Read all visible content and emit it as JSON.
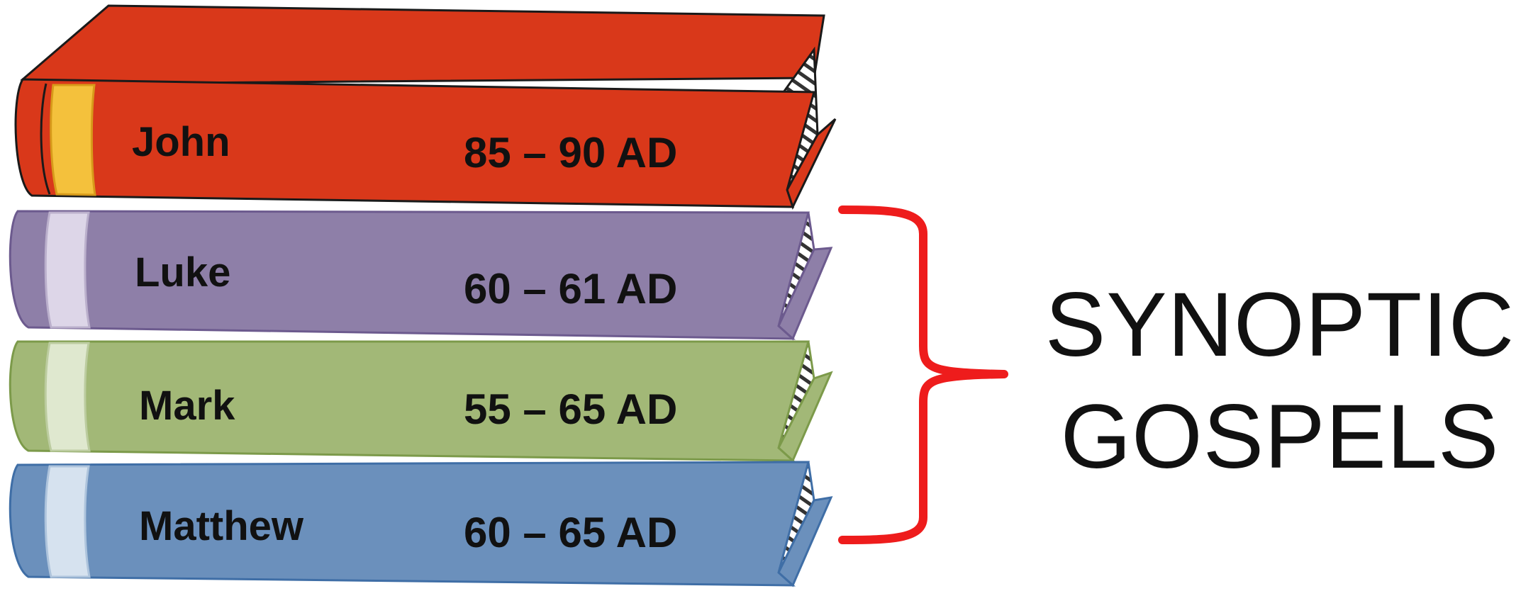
{
  "books": [
    {
      "name": "John",
      "date": "85 – 90 AD",
      "cover_color": "#d9381a",
      "cover_dark": "#a8260e",
      "band_color": "#f4c13c",
      "band_dark": "#d79a1a"
    },
    {
      "name": "Luke",
      "date": "60 – 61 AD",
      "cover_color": "#8e7fa8",
      "cover_dark": "#6c5a8e",
      "band_color": "#ddd6e8",
      "band_dark": "#bbb0cc"
    },
    {
      "name": "Mark",
      "date": "55 – 65 AD",
      "cover_color": "#a2b877",
      "cover_dark": "#7c9a4a",
      "band_color": "#dfe8cf",
      "band_dark": "#bccca0"
    },
    {
      "name": "Matthew",
      "date": "60 – 65 AD",
      "cover_color": "#6b90bc",
      "cover_dark": "#3f6ea6",
      "band_color": "#d6e2ef",
      "band_dark": "#aec4dc"
    }
  ],
  "bracket_color": "#ee1c1c",
  "caption": {
    "line1": "SYNOPTIC",
    "line2": "GOSPELS"
  }
}
